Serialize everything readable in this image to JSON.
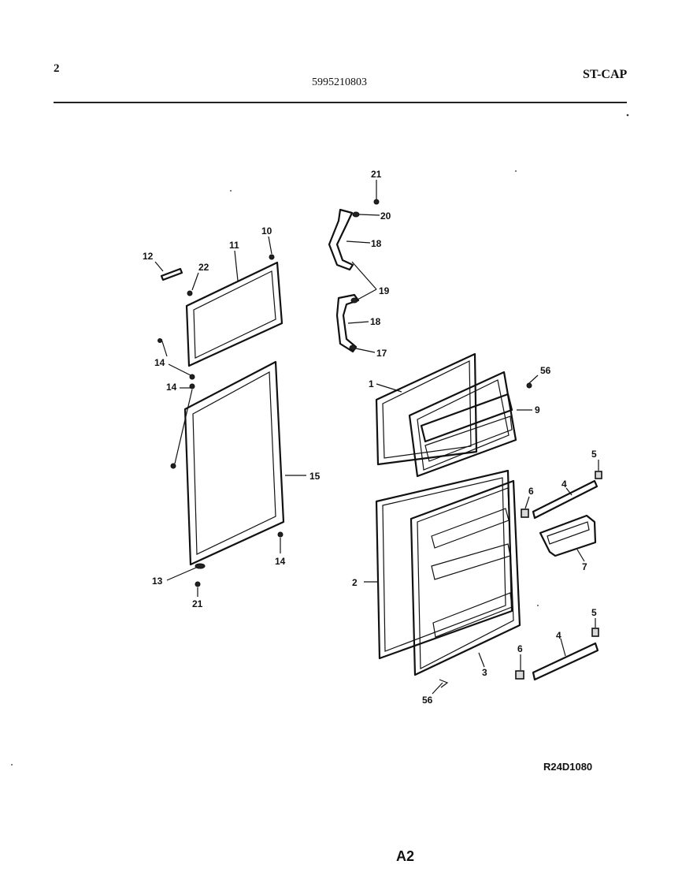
{
  "header": {
    "page_number": "2",
    "doc_number": "5995210803",
    "model_code": "ST-CAP"
  },
  "footer": {
    "diagram_ref": "R24D1080",
    "page_tag": "A2"
  },
  "callouts": {
    "c21_top": "21",
    "c20": "20",
    "c18_a": "18",
    "c19": "19",
    "c18_b": "18",
    "c17": "17",
    "c10": "10",
    "c11": "11",
    "c12": "12",
    "c22": "22",
    "c14_a": "14",
    "c14_b": "14",
    "c15": "15",
    "c14_c": "14",
    "c13": "13",
    "c21_bottom": "21",
    "c1": "1",
    "c56_top": "56",
    "c9": "9",
    "c5_a": "5",
    "c4_a": "4",
    "c6_a": "6",
    "c7": "7",
    "c2": "2",
    "c5_b": "5",
    "c4_b": "4",
    "c6_b": "6",
    "c3": "3",
    "c56_bottom": "56"
  }
}
